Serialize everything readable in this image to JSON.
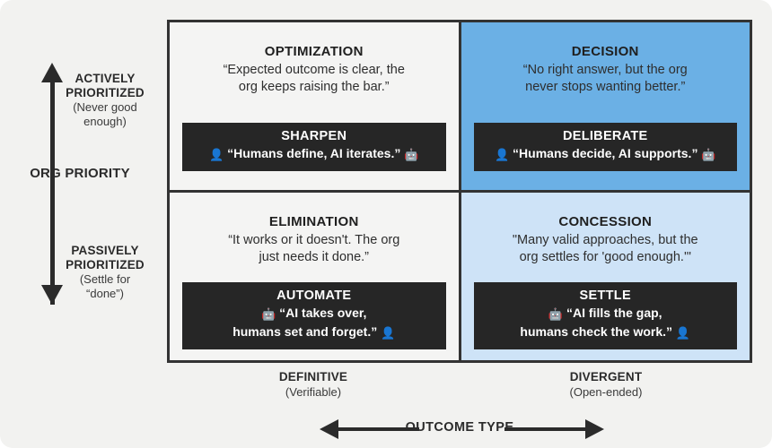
{
  "y_axis": {
    "title": "ORG\nPRIORITY",
    "title_line1": "ORG",
    "title_line2": "PRIORITY",
    "top": {
      "line1": "ACTIVELY",
      "line2": "PRIORITIZED",
      "sub1": "(Never good",
      "sub2": "enough)"
    },
    "bottom": {
      "line1": "PASSIVELY",
      "line2": "PRIORITIZED",
      "sub1": "(Settle for",
      "sub2": "“done”)"
    }
  },
  "x_axis": {
    "title": "OUTCOME TYPE",
    "left": {
      "label": "DEFINITIVE",
      "sub": "(Verifiable)"
    },
    "right": {
      "label": "DIVERGENT",
      "sub": "(Open-ended)"
    }
  },
  "quadrants": [
    {
      "key": "optimization",
      "title": "OPTIMIZATION",
      "desc_line1": "“Expected outcome is clear, the",
      "desc_line2": "org keeps raising the bar.”",
      "bar": {
        "title": "SHARPEN",
        "quote_line1": "“Humans define, AI iterates.”",
        "icon_leading": "person-icon",
        "icon_trailing": "robot-icon"
      },
      "bg_color": "#f4f4f3"
    },
    {
      "key": "decision",
      "title": "DECISION",
      "desc_line1": "“No right answer, but the org",
      "desc_line2": "never stops wanting better.”",
      "bar": {
        "title": "DELIBERATE",
        "quote_line1": "“Humans decide, AI supports.”",
        "icon_leading": "person-icon",
        "icon_trailing": "robot-icon"
      },
      "bg_color": "#6bb0e5"
    },
    {
      "key": "elimination",
      "title": "ELIMINATION",
      "desc_line1": "“It works or it doesn't. The org",
      "desc_line2": "just needs it done.”",
      "bar": {
        "title": "AUTOMATE",
        "quote_line1": "“AI takes over,",
        "quote_line2": "humans set and forget.”",
        "icon_leading": "robot-icon",
        "icon_trailing": "person-icon"
      },
      "bg_color": "#f4f4f3"
    },
    {
      "key": "concession",
      "title": "CONCESSION",
      "desc_line1": "\"Many valid approaches, but the",
      "desc_line2": "org settles for 'good enough.'\"",
      "bar": {
        "title": "SETTLE",
        "quote_line1": "“AI fills the gap,",
        "quote_line2": "humans check the work.”",
        "icon_leading": "robot-icon",
        "icon_trailing": "person-icon"
      },
      "bg_color": "#cee3f7"
    }
  ],
  "icons": {
    "person": "👤",
    "robot": "🤖"
  },
  "colors": {
    "page_bg": "#f2f2f0",
    "grid_line": "#333333",
    "bar_bg": "#262626",
    "accent_blue_strong": "#6bb0e5",
    "accent_blue_light": "#cee3f7",
    "text_dark": "#2b2b2b",
    "icon_person_blue": "#2a7fd4"
  }
}
